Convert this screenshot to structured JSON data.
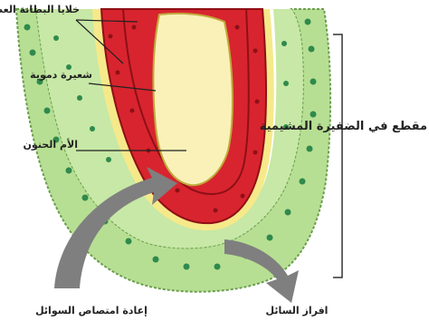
{
  "labels": {
    "ependymal_cells": "خلايا البطانة العصبية",
    "blood_capillary": "شعيرة دموية",
    "pia_mater": "الأم الحنون",
    "section_title": "مقطع في الضفيرة المشيمية",
    "reabsorption": "إعادة امتصاص السوائل",
    "secretion": "افراز السائل"
  },
  "colors": {
    "ependymal_layer": "#b7df93",
    "ependymal_outline": "#6a9e4c",
    "cell_nucleus": "#2f8a4c",
    "capillary_blood": "#d8242f",
    "capillary_dark": "#8e1016",
    "pia_mater_core": "#f9f1b8",
    "arrow": "#7f7f7f"
  }
}
